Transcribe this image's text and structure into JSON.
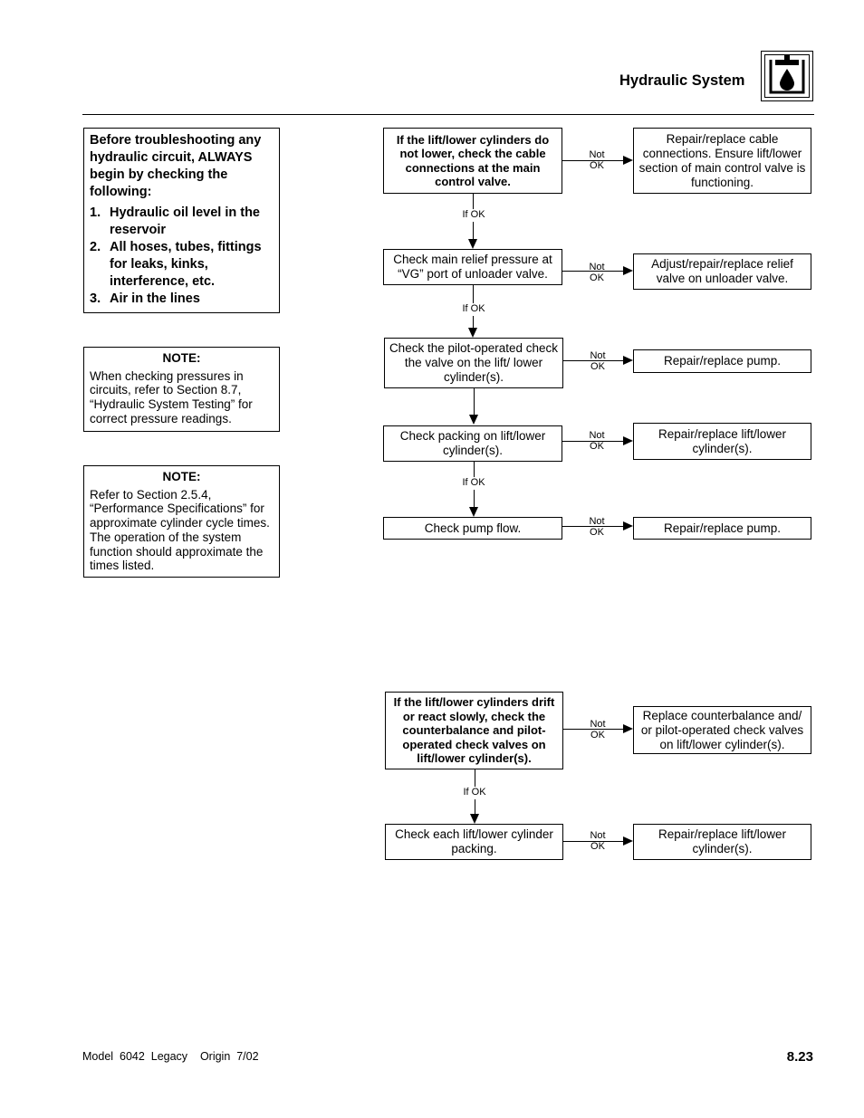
{
  "header": {
    "title": "Hydraulic System",
    "icon": "hydraulic-system-icon"
  },
  "sidebar": {
    "precheck": {
      "intro": "Before troubleshooting any hydraulic circuit, ALWAYS begin by checking the following:",
      "items": [
        {
          "num": "1.",
          "text": "Hydraulic oil level in the reservoir"
        },
        {
          "num": "2.",
          "text": "All hoses, tubes, fittings for leaks, kinks, interference, etc."
        },
        {
          "num": "3.",
          "text": "Air in the lines"
        }
      ]
    },
    "note1": {
      "title": "NOTE:",
      "text": "When checking pressures in circuits, refer to Section 8.7, “Hydraulic System Testing” for correct pressure readings."
    },
    "note2": {
      "title": "NOTE:",
      "text": "Refer to Section 2.5.4, “Performance Specifications” for approximate cylinder cycle times. The operation of the system function should approximate the times listed."
    }
  },
  "labels": {
    "not": "Not",
    "ok": "OK",
    "if_ok": "If OK"
  },
  "flow1": {
    "steps": [
      {
        "check": "If the lift/lower cylinders do not lower, check the cable connections at the main control valve.",
        "action": "Repair/replace cable connections. Ensure lift/lower section of main control valve is functioning."
      },
      {
        "check": "Check main relief pressure at “VG” port of unloader valve.",
        "action": "Adjust/repair/replace relief valve on unloader valve."
      },
      {
        "check": "Check the pilot-operated check the valve on the lift/ lower cylinder(s).",
        "action": "Repair/replace pump."
      },
      {
        "check": "Check packing on lift/lower cylinder(s).",
        "action": "Repair/replace lift/lower cylinder(s)."
      },
      {
        "check": "Check pump flow.",
        "action": "Repair/replace pump."
      }
    ]
  },
  "flow2": {
    "steps": [
      {
        "check": "If the lift/lower cylinders drift or react slowly, check the counterbalance and pilot-operated check valves on lift/lower cylinder(s).",
        "action": "Replace counterbalance and/ or pilot-operated check valves on lift/lower cylinder(s)."
      },
      {
        "check": "Check each lift/lower cylinder packing.",
        "action": "Repair/replace lift/lower cylinder(s)."
      }
    ]
  },
  "footer": {
    "left": "Model  6042  Legacy    Origin  7/02",
    "page": "8.23"
  }
}
